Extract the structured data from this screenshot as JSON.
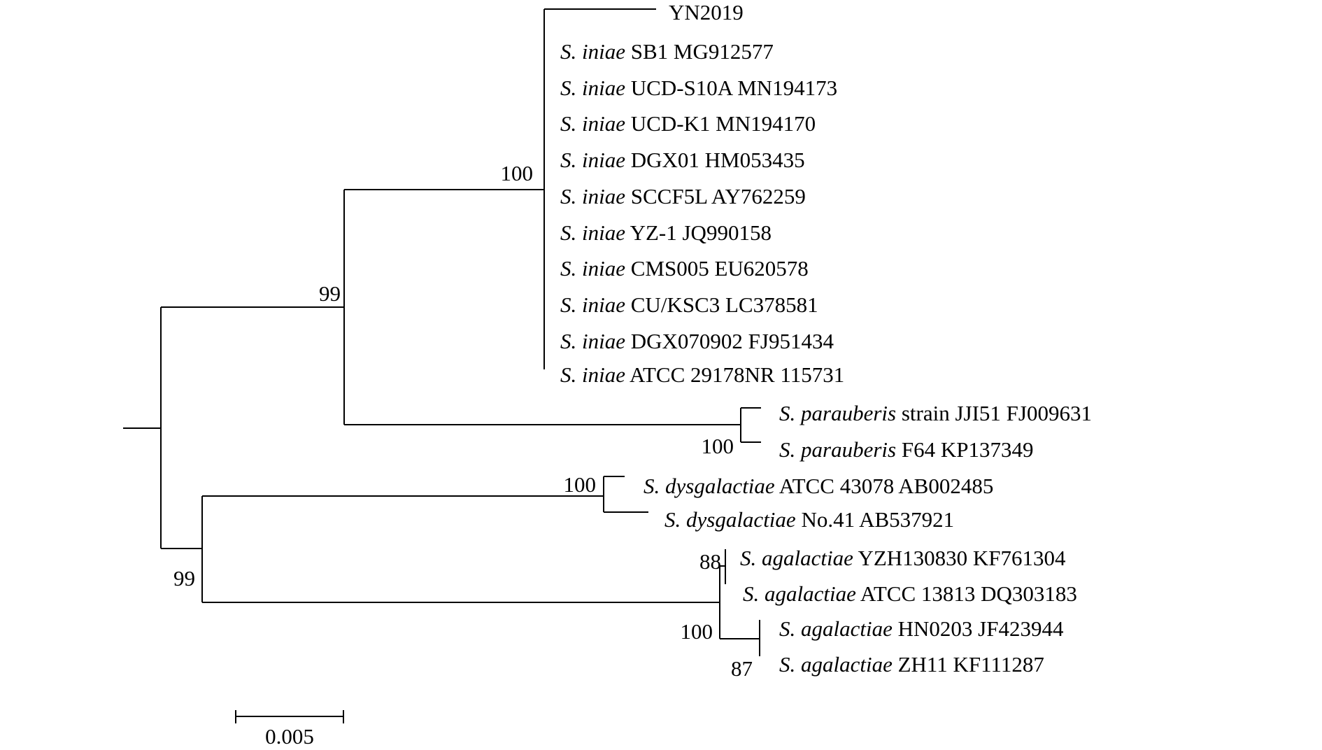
{
  "figure": {
    "type": "phylogenetic-tree",
    "scale_bar": {
      "label": "0.005",
      "value": 0.005
    },
    "taxa": [
      {
        "id": "t0",
        "genus_species": "",
        "strain": "YN2019"
      },
      {
        "id": "t1",
        "genus_species": "S. iniae",
        "strain": " SB1 MG912577"
      },
      {
        "id": "t2",
        "genus_species": "S. iniae",
        "strain": " UCD-S10A MN194173"
      },
      {
        "id": "t3",
        "genus_species": "S. iniae",
        "strain": " UCD-K1 MN194170"
      },
      {
        "id": "t4",
        "genus_species": "S. iniae",
        "strain": " DGX01 HM053435"
      },
      {
        "id": "t5",
        "genus_species": "S. iniae",
        "strain": " SCCF5L AY762259"
      },
      {
        "id": "t6",
        "genus_species": "S. iniae",
        "strain": " YZ-1 JQ990158"
      },
      {
        "id": "t7",
        "genus_species": "S. iniae",
        "strain": " CMS005 EU620578"
      },
      {
        "id": "t8",
        "genus_species": "S. iniae",
        "strain": " CU/KSC3 LC378581"
      },
      {
        "id": "t9",
        "genus_species": "S. iniae",
        "strain": " DGX070902 FJ951434"
      },
      {
        "id": "t10",
        "genus_species": "S. iniae",
        "strain": " ATCC 29178NR 115731"
      },
      {
        "id": "t11",
        "genus_species": "S. parauberis",
        "strain": " strain JJI51 FJ009631"
      },
      {
        "id": "t12",
        "genus_species": "S. parauberis",
        "strain": " F64 KP137349"
      },
      {
        "id": "t13",
        "genus_species": "S. dysgalactiae",
        "strain": " ATCC 43078 AB002485"
      },
      {
        "id": "t14",
        "genus_species": "S. dysgalactiae",
        "strain": " No.41 AB537921"
      },
      {
        "id": "t15",
        "genus_species": "S. agalactiae",
        "strain": " YZH130830 KF761304"
      },
      {
        "id": "t16",
        "genus_species": "S. agalactiae",
        "strain": " ATCC 13813 DQ303183"
      },
      {
        "id": "t17",
        "genus_species": "S. agalactiae",
        "strain": " HN0203 JF423944"
      },
      {
        "id": "t18",
        "genus_species": "S. agalactiae",
        "strain": " ZH11 KF111287"
      }
    ],
    "bootstrap": {
      "iniae_clade": "100",
      "iniae_parauberis": "99",
      "parauberis_clade": "100",
      "dysgalactiae_clade": "100",
      "dysgalactiae_agalactiae": "99",
      "agalactiae_pair_a": "88",
      "agalactiae_clade": "100",
      "agalactiae_pair_b": "87"
    }
  }
}
